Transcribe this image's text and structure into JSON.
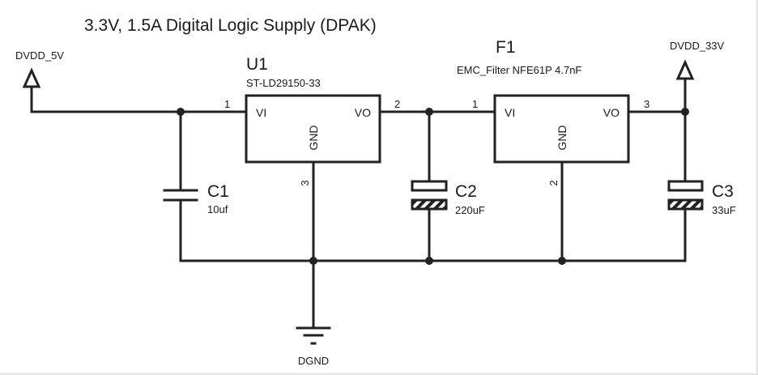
{
  "title": "3.3V, 1.5A Digital Logic Supply (DPAK)",
  "nets": {
    "input": "DVDD_5V",
    "output": "DVDD_33V",
    "ground": "DGND"
  },
  "components": {
    "u1": {
      "ref": "U1",
      "value": "ST-LD29150-33",
      "pins": {
        "vi_label": "VI",
        "vo_label": "VO",
        "gnd_label": "GND",
        "vi_num": "1",
        "vo_num": "2",
        "gnd_num": "3"
      }
    },
    "f1": {
      "ref": "F1",
      "value": "EMC_Filter NFE61P 4.7nF",
      "pins": {
        "vi_label": "VI",
        "vo_label": "VO",
        "gnd_label": "GND",
        "vi_num": "1",
        "vo_num": "3",
        "gnd_num": "2"
      }
    },
    "c1": {
      "ref": "C1",
      "value": "10uf",
      "type": "non-polarized"
    },
    "c2": {
      "ref": "C2",
      "value": "220uF",
      "type": "polarized"
    },
    "c3": {
      "ref": "C3",
      "value": "33uF",
      "type": "polarized"
    }
  },
  "colors": {
    "ink": "#222222",
    "background": "#ffffff"
  }
}
